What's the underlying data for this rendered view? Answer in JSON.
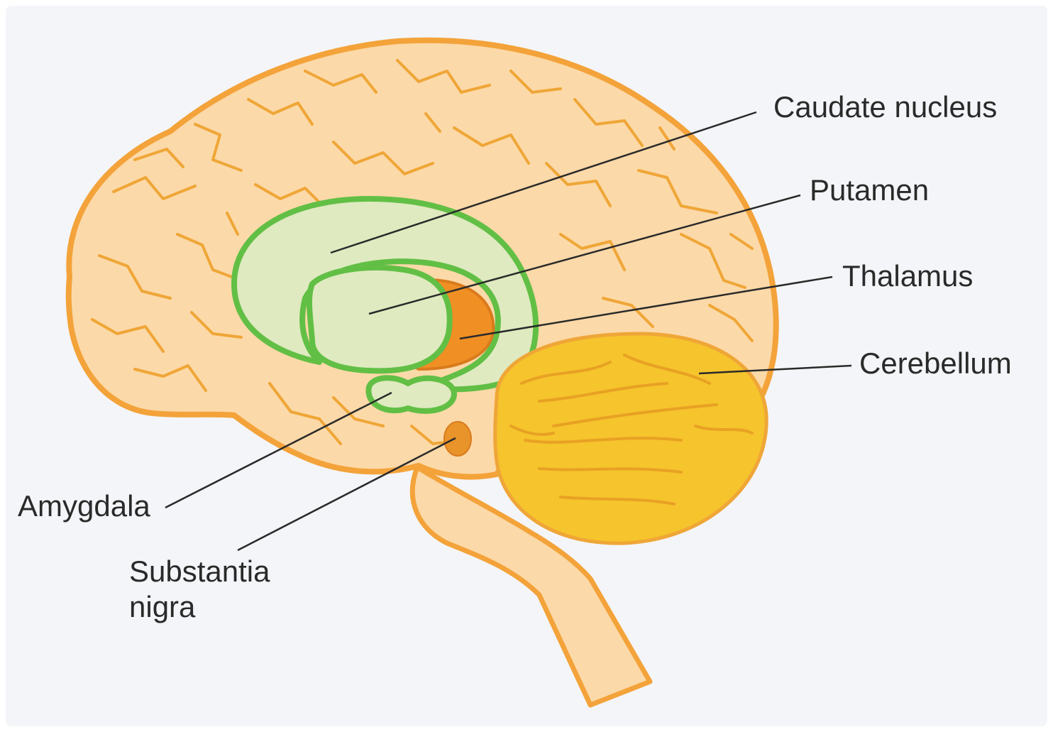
{
  "labels": {
    "caudate_nucleus": "Caudate nucleus",
    "putamen": "Putamen",
    "thalamus": "Thalamus",
    "cerebellum": "Cerebellum",
    "amygdala": "Amygdala",
    "substantia_nigra_line1": "Substantia",
    "substantia_nigra_line2": "nigra"
  },
  "colors": {
    "background": "#f4f5f8",
    "brain_fill": "#fcd9a8",
    "brain_outline": "#f3a33a",
    "sulci": "#efa637",
    "basal_ganglia_fill": "#dfeac0",
    "basal_ganglia_outline": "#62bf45",
    "thalamus_fill": "#ef8f24",
    "thalamus_outline": "#d97b1c",
    "cerebellum_fill": "#f6c42c",
    "cerebellum_folds": "#e8a124",
    "substantia_nigra": "#e9932b",
    "leader_line": "#2a2a2a"
  }
}
